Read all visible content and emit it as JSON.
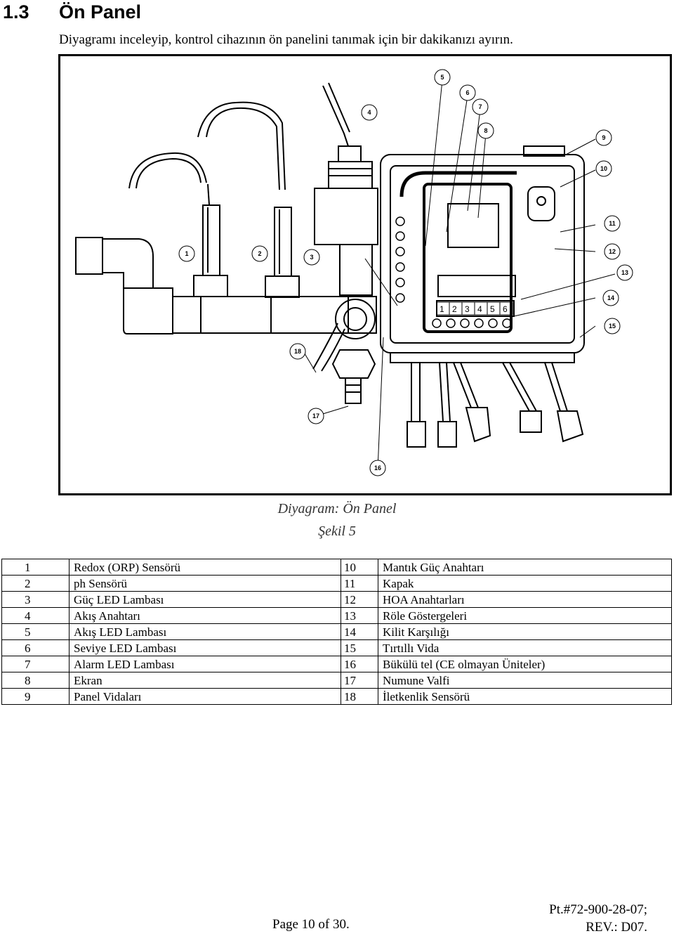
{
  "section": {
    "number": "1.3",
    "title": "Ön Panel"
  },
  "intro": "Diyagramı inceleyip, kontrol cihazının ön panelini tanımak için bir dakikanızı ayırın.",
  "callouts": [
    "1",
    "2",
    "3",
    "4",
    "5",
    "6",
    "7",
    "8",
    "9",
    "10",
    "11",
    "12",
    "13",
    "14",
    "15",
    "16",
    "17",
    "18"
  ],
  "relay_buttons": [
    "1",
    "2",
    "3",
    "4",
    "5",
    "6"
  ],
  "caption": {
    "line1": "Diyagram: Ön Panel",
    "line2": "Şekil 5"
  },
  "legend": [
    {
      "left_num": "1",
      "left_label": "Redox (ORP) Sensörü",
      "right_num": "10",
      "right_label": "Mantık Güç Anahtarı"
    },
    {
      "left_num": "2",
      "left_label": "ph Sensörü",
      "right_num": "11",
      "right_label": "Kapak"
    },
    {
      "left_num": "3",
      "left_label": "Güç LED Lambası",
      "right_num": "12",
      "right_label": "HOA Anahtarları"
    },
    {
      "left_num": "4",
      "left_label": "Akış Anahtarı",
      "right_num": "13",
      "right_label": "Röle Göstergeleri"
    },
    {
      "left_num": "5",
      "left_label": "Akış LED Lambası",
      "right_num": "14",
      "right_label": "Kilit Karşılığı"
    },
    {
      "left_num": "6",
      "left_label": "Seviye LED Lambası",
      "right_num": "15",
      "right_label": "Tırtıllı Vida"
    },
    {
      "left_num": "7",
      "left_label": "Alarm LED Lambası",
      "right_num": "16",
      "right_label": "Bükülü tel (CE olmayan Üniteler)"
    },
    {
      "left_num": "8",
      "left_label": "Ekran",
      "right_num": "17",
      "right_label": "Numune Valfi"
    },
    {
      "left_num": "9",
      "left_label": "Panel Vidaları",
      "right_num": "18",
      "right_label": "İletkenlik Sensörü"
    }
  ],
  "footer": {
    "page": "Page 10 of 30.",
    "part": "Pt.#72-900-28-07;",
    "rev": "REV.: D07."
  }
}
